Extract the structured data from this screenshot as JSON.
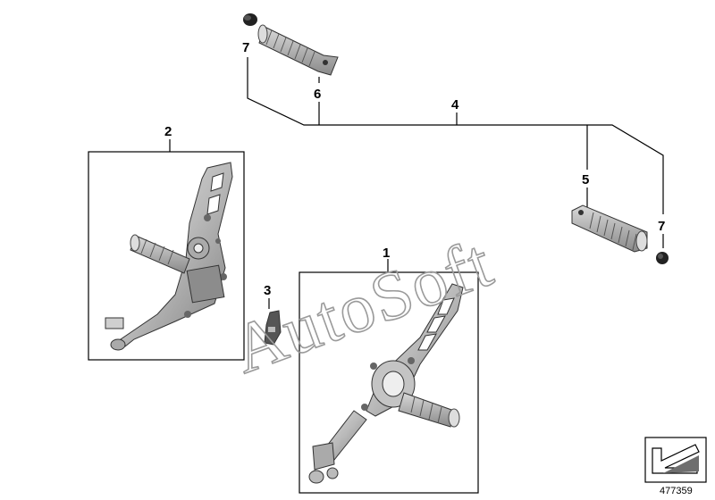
{
  "watermark": "AutoSoft",
  "document_number": "477359",
  "callouts": [
    {
      "id": "1",
      "label": "1"
    },
    {
      "id": "2",
      "label": "2"
    },
    {
      "id": "3",
      "label": "3"
    },
    {
      "id": "4",
      "label": "4"
    },
    {
      "id": "5",
      "label": "5"
    },
    {
      "id": "6",
      "label": "6"
    },
    {
      "id": "7a",
      "label": "7"
    },
    {
      "id": "7b",
      "label": "7"
    }
  ],
  "colors": {
    "line": "#000000",
    "part_fill": "#bdbdbd",
    "part_dark": "#6e6e6e",
    "watermark": "#9a9a9a"
  }
}
